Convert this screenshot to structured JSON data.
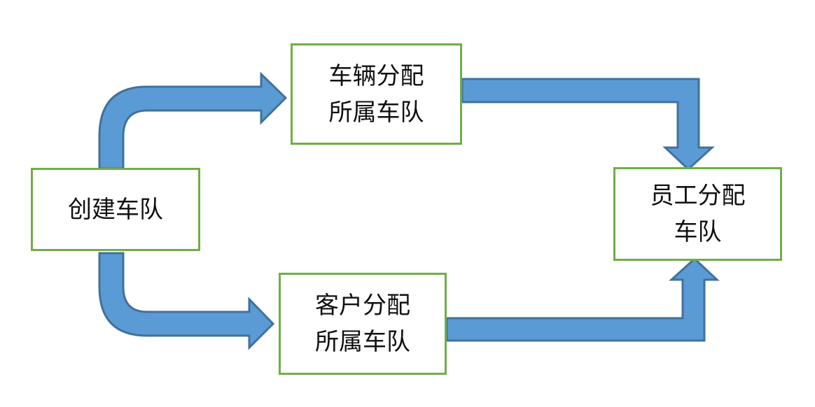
{
  "diagram": {
    "nodes": {
      "create": {
        "lines": [
          "创建车队"
        ]
      },
      "vehicle": {
        "lines": [
          "车辆分配",
          "所属车队"
        ]
      },
      "customer": {
        "lines": [
          "客户分配",
          "所属车队"
        ]
      },
      "employee": {
        "lines": [
          "员工分配",
          "车队"
        ]
      }
    },
    "edges": [
      {
        "from": "create",
        "to": "vehicle"
      },
      {
        "from": "create",
        "to": "customer"
      },
      {
        "from": "vehicle",
        "to": "employee"
      },
      {
        "from": "customer",
        "to": "employee"
      }
    ],
    "colors": {
      "box_border": "#70ad47",
      "arrow_fill": "#5b9bd5",
      "arrow_stroke": "#41719c"
    }
  }
}
